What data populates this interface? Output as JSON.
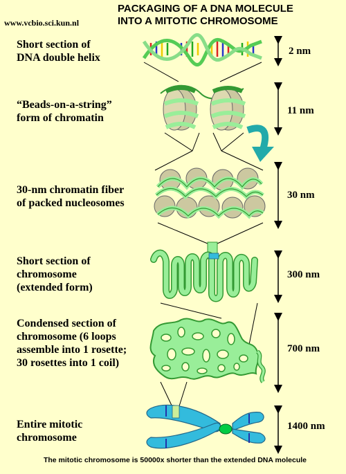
{
  "header": {
    "website": "www.vcbio.sci.kun.nl",
    "title_line1": "PACKAGING OF A DNA MOLECULE",
    "title_line2": "INTO A MITOTIC CHROMOSOME"
  },
  "stages": [
    {
      "label": [
        "Short section of",
        "DNA double helix"
      ],
      "size": "2 nm"
    },
    {
      "label": [
        "“Beads-on-a-string”",
        "form of chromatin"
      ],
      "size": "11 nm"
    },
    {
      "label": [
        "30-nm chromatin fiber",
        "of packed nucleosomes"
      ],
      "size": "30 nm"
    },
    {
      "label": [
        "Short section of",
        "chromosome",
        "(extended form)"
      ],
      "size": "300 nm"
    },
    {
      "label": [
        "Condensed section of",
        "chromosome (6 loops",
        "assemble into 1 rosette;",
        "30 rosettes into 1 coil)"
      ],
      "size": "700 nm"
    },
    {
      "label": [
        "Entire mitotic",
        "chromosome"
      ],
      "size": "1400 nm"
    }
  ],
  "footer": "The mitotic chromosome is 50000x shorter than the extended DNA molecule",
  "colors": {
    "background": "#ffffcc",
    "chromatin_green": "#99ee99",
    "chromatin_outline": "#339933",
    "histone": "#ccc8a0",
    "chromosome_blue": "#33bbdd",
    "centromere": "#00cc44",
    "arrow_teal": "#22aaaa"
  }
}
